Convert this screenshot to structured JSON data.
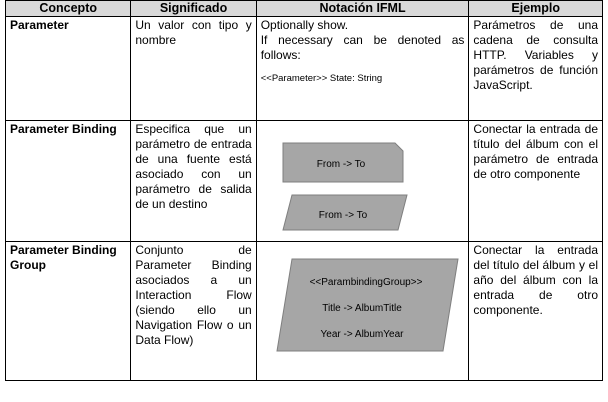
{
  "headers": [
    "Concepto",
    "Significado",
    "Notación IFML",
    "Ejemplo"
  ],
  "rows": [
    {
      "concept": "Parameter",
      "meaning": "Un valor con tipo y nombre",
      "notation_line1": "Optionally show.",
      "notation_line2": "If necessary can be denoted as follows:",
      "notation_code": "<<Parameter>> State: String",
      "example": "Parámetros de una cadena de consulta HTTP. Variables y parámetros de función JavaScript."
    },
    {
      "concept": "Parameter Binding",
      "meaning": "Especifica que un parámetro de entrada de una fuente está asociado con un parámetro de salida de un destino",
      "shape1_label": "From -> To",
      "shape2_label": "From -> To",
      "example": "Conectar la entrada de título del álbum con el parámetro de entrada de otro componente"
    },
    {
      "concept": "Parameter Binding Group",
      "meaning": "Conjunto de Parameter Binding asociados a un Interaction Flow (siendo ello un Navigation Flow o un Data Flow)",
      "shape_line1": "<<ParambindingGroup>>",
      "shape_line2": "Title -> AlbumTitle",
      "shape_line3": "Year -> AlbumYear",
      "example": "Conectar la entrada del título del álbum y el año del álbum con la entrada de otro componente."
    }
  ],
  "colors": {
    "header_bg": "#d9d9d9",
    "shape_fill": "#a6a6a6",
    "shape_stroke": "#7f7f7f"
  }
}
